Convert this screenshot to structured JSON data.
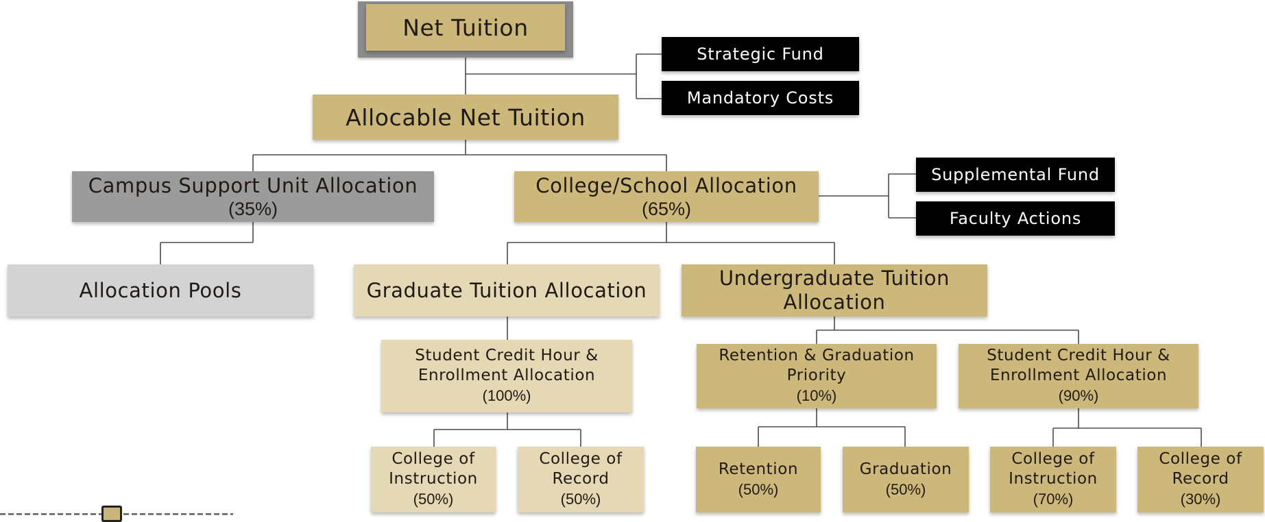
{
  "diagram": {
    "net_tuition": "Net Tuition",
    "strategic_fund": "Strategic Fund",
    "mandatory_costs": "Mandatory Costs",
    "allocable_net_tuition": "Allocable Net Tuition",
    "campus_support": {
      "label": "Campus Support Unit Allocation",
      "pct": "(35%)"
    },
    "college_school": {
      "label": "College/School Allocation",
      "pct": "(65%)"
    },
    "supplemental_fund": "Supplemental Fund",
    "faculty_actions": "Faculty Actions",
    "allocation_pools": "Allocation Pools",
    "graduate_tuition": "Graduate Tuition Allocation",
    "undergraduate_tuition": {
      "line1": "Undergraduate Tuition",
      "line2": "Allocation"
    },
    "grad_sch_enrollment": {
      "line1": "Student Credit Hour &",
      "line2": "Enrollment Allocation",
      "pct": "(100%)"
    },
    "retention_graduation": {
      "line1": "Retention & Graduation",
      "line2": "Priority",
      "pct": "(10%)"
    },
    "ug_sch_enrollment": {
      "line1": "Student Credit Hour &",
      "line2": "Enrollment Allocation",
      "pct": "(90%)"
    },
    "grad_college_instruction": {
      "line1": "College of",
      "line2": "Instruction",
      "pct": "(50%)"
    },
    "grad_college_record": {
      "line1": "College of",
      "line2": "Record",
      "pct": "(50%)"
    },
    "retention": {
      "label": "Retention",
      "pct": "(50%)"
    },
    "graduation": {
      "label": "Graduation",
      "pct": "(50%)"
    },
    "ug_college_instruction": {
      "line1": "College of",
      "line2": "Instruction",
      "pct": "(70%)"
    },
    "ug_college_record": {
      "line1": "College of",
      "line2": "Record",
      "pct": "(30%)"
    }
  }
}
